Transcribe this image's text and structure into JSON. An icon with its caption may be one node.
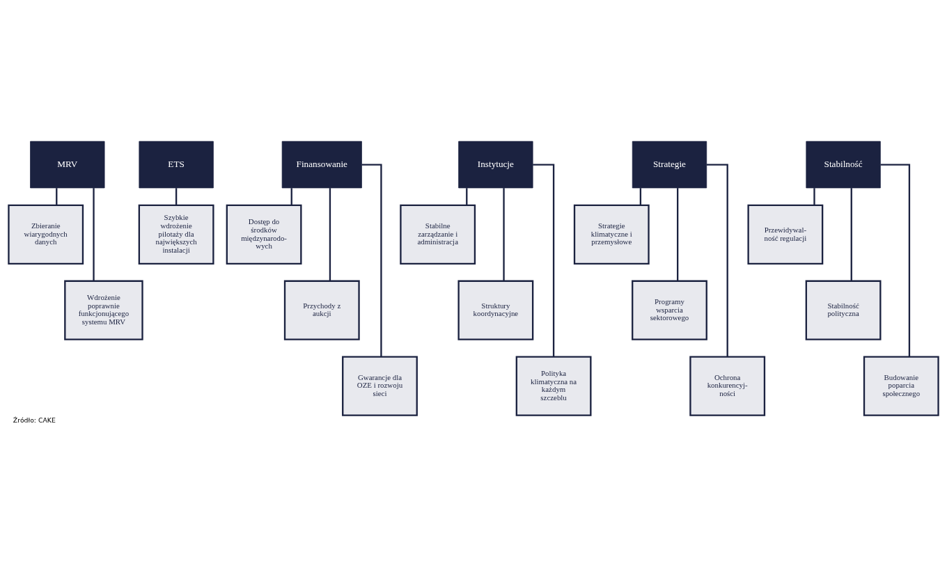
{
  "diagram": {
    "caption": "Źródło: CAKE",
    "nodes": [
      {
        "text": [
          "MRV"
        ]
      },
      {
        "text": [
          "Zbieranie wiarygodnych danych"
        ]
      },
      {
        "text": [
          "Wdrożenie poprawnie funkcjonującego systemu MRV"
        ]
      },
      {
        "text": [
          "ETS"
        ]
      },
      {
        "text": [
          "Szybkie wdrożenie pilotaży dla największych instalacji"
        ]
      },
      {
        "text": [
          "Finansowanie"
        ]
      },
      {
        "text": [
          "Dostęp do środków międzynarodo- wych"
        ]
      },
      {
        "text": [
          "Przychody z aukcji"
        ]
      },
      {
        "text": [
          "Gwarancje dla OZE i rozwoju sieci"
        ]
      },
      {
        "text": [
          "Instytucje"
        ]
      },
      {
        "text": [
          "Stabilne zarządzanie i administracja"
        ]
      },
      {
        "text": [
          "Struktury koordynacyjne"
        ]
      },
      {
        "text": [
          "Polityka klimatyczna na każdym szczeblu"
        ]
      },
      {
        "text": [
          "Strategie"
        ]
      },
      {
        "text": [
          "Strategie klimatyczne i przemysłowe"
        ]
      },
      {
        "text": [
          "Programy wsparcia sektorowego"
        ]
      },
      {
        "text": [
          "Ochrona konkurencyj- ności"
        ]
      },
      {
        "text": [
          "Stabilność"
        ]
      },
      {
        "text": [
          "Przewidywal- ność regulacji"
        ]
      },
      {
        "text": [
          "Stabilność polityczna"
        ]
      },
      {
        "text": [
          "Budowanie poparcia społecznego"
        ]
      }
    ],
    "edges": [
      {
        "from": 0,
        "to": 1,
        "arrow": "none"
      },
      {
        "from": 0,
        "to": 2,
        "arrow": "none"
      },
      {
        "from": 3,
        "to": 4,
        "arrow": "none"
      },
      {
        "from": 5,
        "to": 6,
        "arrow": "none"
      },
      {
        "from": 5,
        "to": 7,
        "arrow": "none"
      },
      {
        "from": 5,
        "to": 8,
        "arrow": "none"
      },
      {
        "from": 9,
        "to": 10,
        "arrow": "none"
      },
      {
        "from": 9,
        "to": 11,
        "arrow": "none"
      },
      {
        "from": 9,
        "to": 12,
        "arrow": "none"
      },
      {
        "from": 13,
        "to": 14,
        "arrow": "none"
      },
      {
        "from": 13,
        "to": 15,
        "arrow": "none"
      },
      {
        "from": 13,
        "to": 16,
        "arrow": "none"
      },
      {
        "from": 17,
        "to": 18,
        "arrow": "none"
      },
      {
        "from": 17,
        "to": 19,
        "arrow": "none"
      },
      {
        "from": 17,
        "to": 20,
        "arrow": "none"
      }
    ]
  }
}
